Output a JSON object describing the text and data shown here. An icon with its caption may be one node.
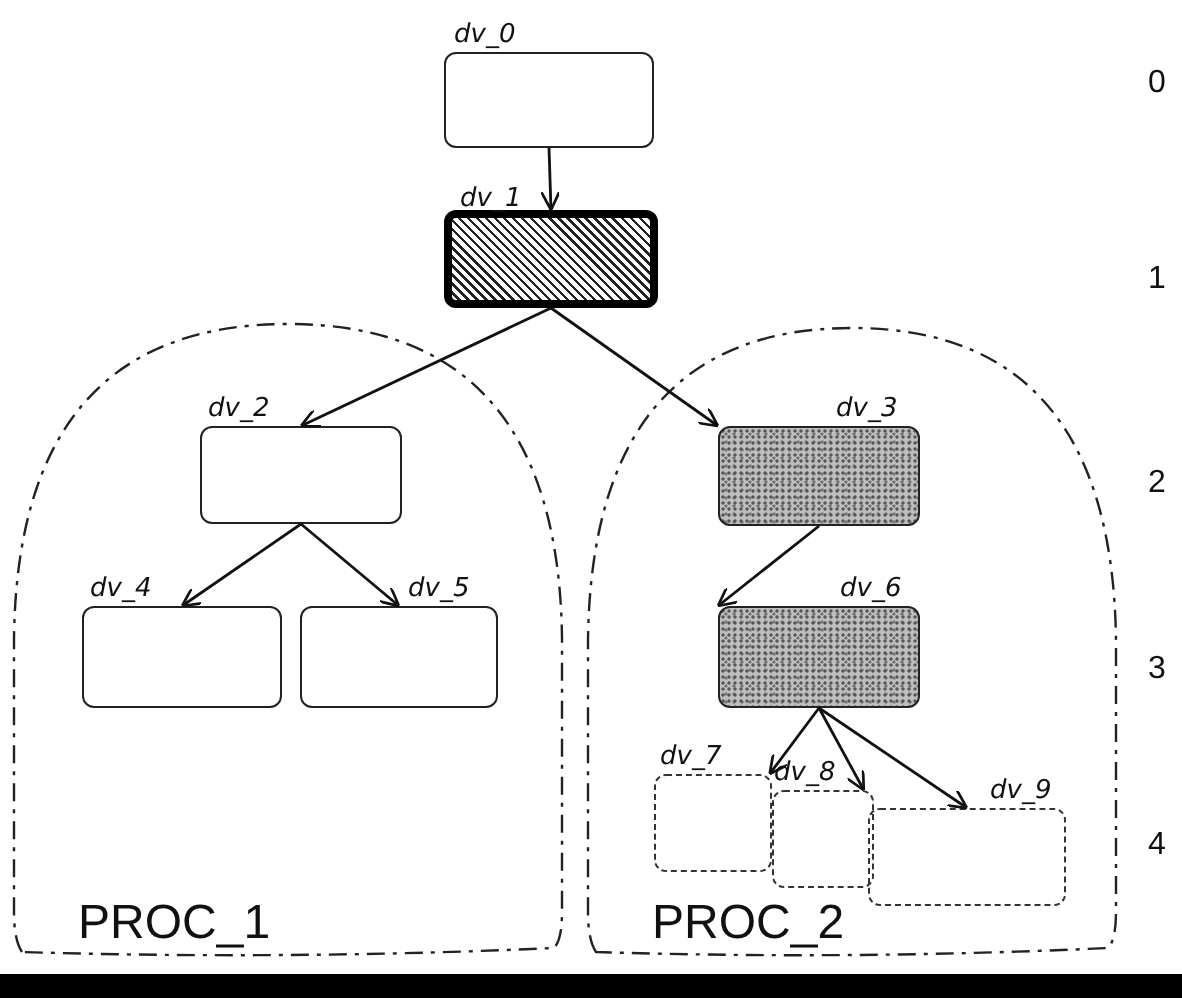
{
  "diagram": {
    "nodes": [
      {
        "text": [
          "dv_0"
        ]
      },
      {
        "text": [
          "dv_1"
        ]
      },
      {
        "text": [
          "PROC_1"
        ]
      },
      {
        "text": [
          "dv_2"
        ],
        "in": 2
      },
      {
        "text": [
          "dv_4"
        ],
        "in": 2
      },
      {
        "text": [
          "dv_5"
        ],
        "in": 2
      },
      {
        "text": [
          "PROC_2"
        ]
      },
      {
        "text": [
          "dv_3"
        ],
        "in": 6
      },
      {
        "text": [
          "dv_6"
        ],
        "in": 6
      },
      {
        "text": [
          "dv_7"
        ],
        "in": 6
      },
      {
        "text": [
          "dv_8"
        ],
        "in": 6
      },
      {
        "text": [
          "dv_9"
        ],
        "in": 6
      }
    ],
    "edges": [
      {
        "from": 0,
        "to": 1,
        "arrow": "to"
      },
      {
        "from": 1,
        "to": 3,
        "arrow": "to"
      },
      {
        "from": 1,
        "to": 7,
        "arrow": "to"
      },
      {
        "from": 3,
        "to": 4,
        "arrow": "to"
      },
      {
        "from": 3,
        "to": 5,
        "arrow": "to"
      },
      {
        "from": 7,
        "to": 8,
        "arrow": "to"
      },
      {
        "from": 8,
        "to": 9,
        "arrow": "to"
      },
      {
        "from": 8,
        "to": 10,
        "arrow": "to"
      },
      {
        "from": 8,
        "to": 11,
        "arrow": "to"
      }
    ],
    "labels": [
      "0",
      "1",
      "2",
      "3",
      "4"
    ]
  }
}
